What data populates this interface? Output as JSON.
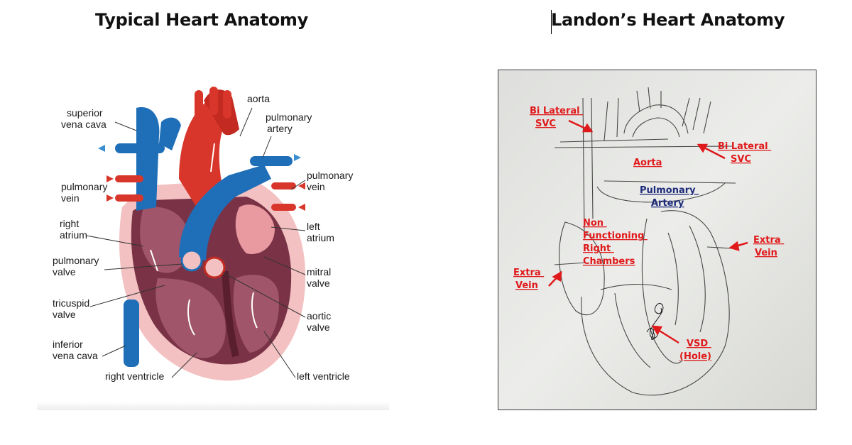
{
  "left_title": "Typical Heart Anatomy",
  "right_title": "Landon’s Heart Anatomy",
  "typical_labels": {
    "superior_vena_cava": [
      "superior",
      "vena cava"
    ],
    "aorta": [
      "aorta"
    ],
    "pulmonary_artery": [
      "pulmonary",
      "artery"
    ],
    "pulmonary_vein_left": [
      "pulmonary",
      "vein"
    ],
    "pulmonary_vein_right": [
      "pulmonary",
      "vein"
    ],
    "right_atrium": [
      "right",
      "atrium"
    ],
    "left_atrium": [
      "left",
      "atrium"
    ],
    "pulmonary_valve": [
      "pulmonary",
      "valve"
    ],
    "mitral_valve": [
      "mitral",
      "valve"
    ],
    "tricuspid_valve": [
      "tricuspid",
      "valve"
    ],
    "aortic_valve": [
      "aortic",
      "valve"
    ],
    "inferior_vena_cava": [
      "inferior",
      "vena cava"
    ],
    "right_ventricle": [
      "right ventricle"
    ],
    "left_ventricle": [
      "left ventricle"
    ]
  },
  "landon_labels": {
    "bilateral_svc_left": [
      "Bi Lateral",
      "SVC"
    ],
    "bilateral_svc_right": [
      "Bi Lateral",
      "SVC"
    ],
    "aorta": [
      "Aorta"
    ],
    "pulmonary_artery": [
      "Pulmonary",
      "Artery"
    ],
    "non_functioning": [
      "Non",
      "Functioning",
      "Right",
      "Chambers"
    ],
    "extra_vein_left": [
      "Extra",
      "Vein"
    ],
    "extra_vein_right": [
      "Extra",
      "Vein"
    ],
    "vsd": [
      "VSD",
      "(Hole)"
    ]
  },
  "colors": {
    "vein_blue": "#1f6fb8",
    "artery_red": "#d9362b",
    "muscle_dark": "#6b2a3a",
    "muscle_light": "#f2b8b8",
    "annotation_red": "#e0191b",
    "annotation_blue": "#1d2a7a",
    "paper": "#ededeb"
  }
}
